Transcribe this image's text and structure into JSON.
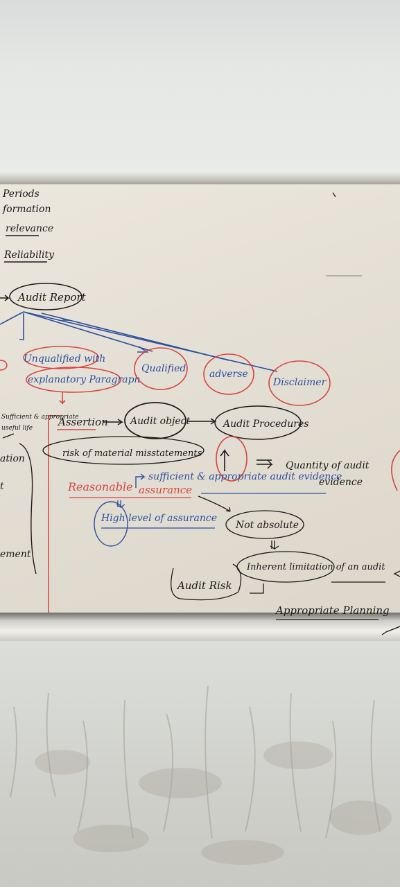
{
  "board": {
    "left_notes": [
      "Periods",
      "formation",
      "relevance",
      "Reliability"
    ],
    "left_margin_notes": [
      "Sufficient & appropriate",
      "useful life",
      "ation",
      "t",
      "ement"
    ],
    "audit_report": "Audit Report",
    "opinions": {
      "unqualified": [
        "Unqualified with",
        "explanatory Paragraph"
      ],
      "qualified": "Qualified",
      "adverse": "adverse",
      "disclaimer": "Disclaimer"
    },
    "assertion": "Assertion",
    "audit_object": "Audit object",
    "audit_procedures": "Audit Procedures",
    "risk_text": "risk of material misstatements",
    "quantity_text": "Quantity of audit",
    "evidence_text": "evidence",
    "reasonable": "Reasonable",
    "assurance": "assurance",
    "sufficient_text": "sufficient & appropriate audit evidence",
    "high_level": "High level of assurance",
    "not_absolute": "Not absolute",
    "inherent": "Inherent limitation of an audit",
    "audit_risk": "Audit Risk",
    "appropriate_planning": "Appropriate Planning"
  },
  "colors": {
    "black_ink": "#1a1a1a",
    "blue_ink": "#2c4f9e",
    "red_ink": "#d8443f",
    "board": "#e6e1d6"
  }
}
